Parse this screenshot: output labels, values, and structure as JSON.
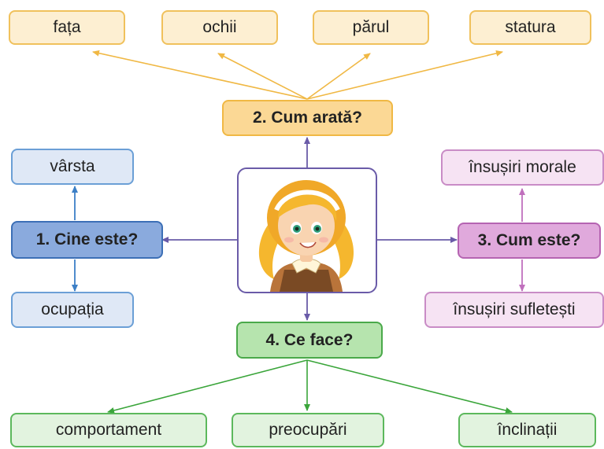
{
  "top": {
    "center": "2. Cum arată?",
    "items": [
      "fața",
      "ochii",
      "părul",
      "statura"
    ]
  },
  "left": {
    "center": "1. Cine este?",
    "items": [
      "vârsta",
      "ocupația"
    ]
  },
  "right": {
    "center": "3. Cum este?",
    "items": [
      "însușiri morale",
      "însușiri sufletești"
    ]
  },
  "bottom": {
    "center": "4. Ce face?",
    "items": [
      "comportament",
      "preocupări",
      "înclinații"
    ]
  },
  "colors": {
    "yellow": "#f0c15c",
    "blue": "#3c6fb6",
    "purple": "#b564b2",
    "green": "#4aa94a",
    "center_link": "#6a5ba8"
  },
  "center_image": "girl-portrait"
}
